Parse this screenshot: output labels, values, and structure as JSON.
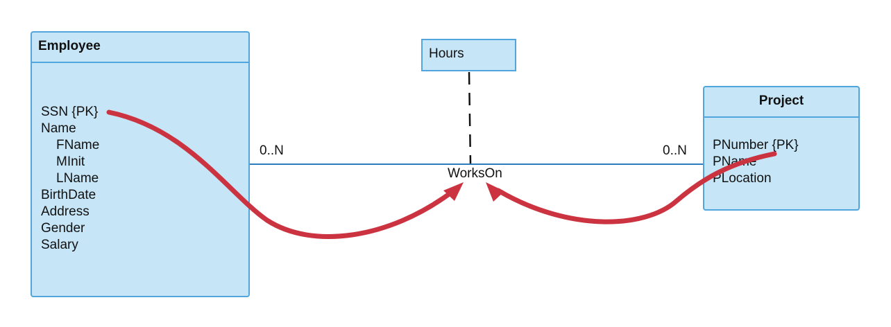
{
  "employee": {
    "title": "Employee",
    "attributes": [
      "SSN {PK}",
      "Name",
      "FName",
      "MInit",
      "LName",
      "BirthDate",
      "Address",
      "Gender",
      "Salary"
    ]
  },
  "project": {
    "title": "Project",
    "attributes": [
      "PNumber {PK}",
      "PName",
      "PLocation"
    ]
  },
  "attribute_box": {
    "label": "Hours"
  },
  "relationship": {
    "name": "WorksOn",
    "left_multiplicity": "0..N",
    "right_multiplicity": "0..N"
  },
  "colors": {
    "box_fill": "#c6e5f6",
    "box_border": "#4fa5dc",
    "line": "#2b7bbd",
    "arrow": "#cc3340"
  }
}
